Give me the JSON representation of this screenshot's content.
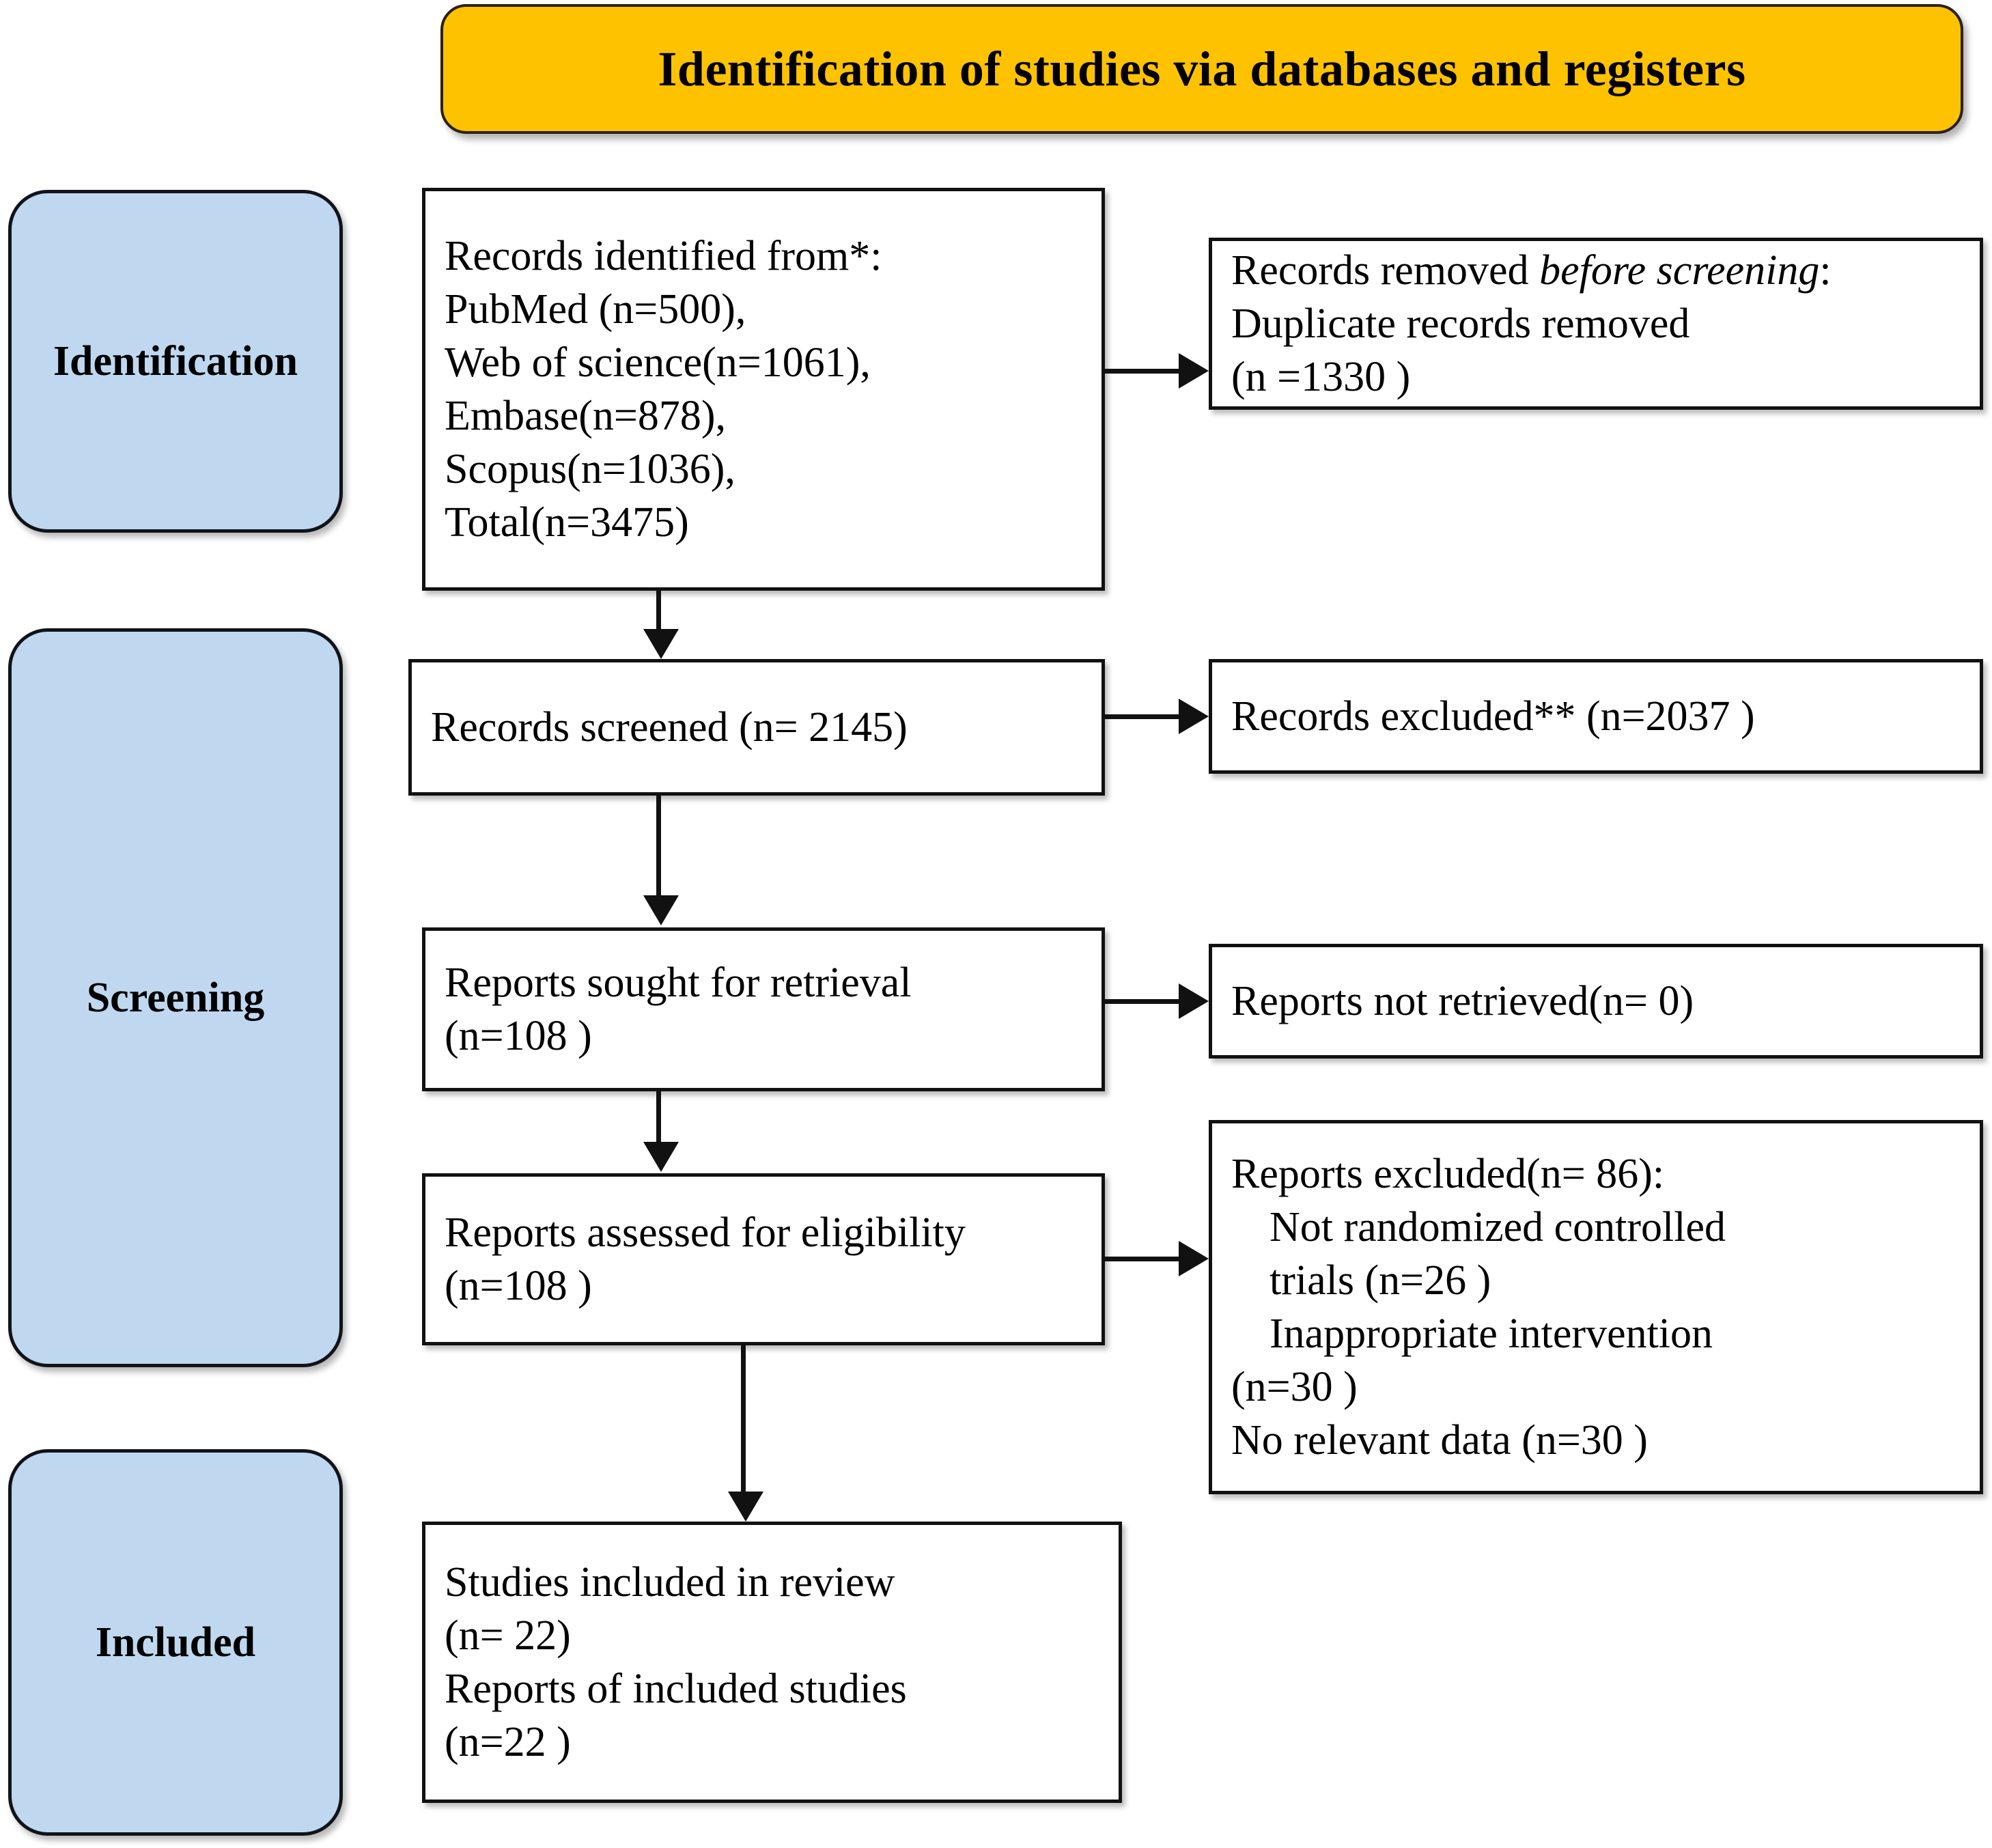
{
  "header": {
    "title": "Identification of studies via databases and registers",
    "bg_color": "#FEC200"
  },
  "stages": {
    "bg_color": "#BFD8F0",
    "identification": "Identification",
    "screening": "Screening",
    "included": "Included"
  },
  "flow": {
    "identified": {
      "lines": [
        "Records identified from*:",
        "PubMed (n=500),",
        "Web of science(n=1061),",
        "Embase(n=878),",
        "Scopus(n=1036),",
        "Total(n=3475)"
      ]
    },
    "removed": {
      "line1_prefix": "Records removed ",
      "line1_italic": "before screening",
      "line1_suffix": ":",
      "line2": "Duplicate records removed",
      "line3": "(n =1330 )"
    },
    "screened": {
      "line1": "Records screened (n= 2145)"
    },
    "excluded_records": {
      "line1": "Records excluded** (n=2037 )"
    },
    "sought": {
      "line1": "Reports sought for retrieval",
      "line2": "(n=108 )"
    },
    "not_retrieved": {
      "line1": "Reports not retrieved(n= 0)"
    },
    "assessed": {
      "line1": "Reports assessed for eligibility",
      "line2": "(n=108 )"
    },
    "reports_excluded": {
      "line1": "Reports excluded(n= 86):",
      "line2": "Not randomized controlled",
      "line3": "trials (n=26 )",
      "line4": "Inappropriate intervention",
      "line5": "(n=30 )",
      "line6": "No relevant data (n=30 )"
    },
    "included_studies": {
      "line1": "Studies included in review",
      "line2": "(n= 22)",
      "line3": "Reports of included studies",
      "line4": "(n=22 )"
    }
  },
  "chart_data": {
    "type": "diagram",
    "title": "Identification of studies via databases and registers",
    "nodes": [
      {
        "id": "identified",
        "stage": "Identification",
        "label": "Records identified from*: PubMed (n=500), Web of science(n=1061), Embase(n=878), Scopus(n=1036), Total(n=3475)",
        "n": 3475
      },
      {
        "id": "removed",
        "stage": "Identification",
        "label": "Records removed before screening: Duplicate records removed (n =1330 )",
        "n": 1330
      },
      {
        "id": "screened",
        "stage": "Screening",
        "label": "Records screened (n= 2145)",
        "n": 2145
      },
      {
        "id": "excluded_records",
        "stage": "Screening",
        "label": "Records excluded** (n=2037 )",
        "n": 2037
      },
      {
        "id": "sought",
        "stage": "Screening",
        "label": "Reports sought for retrieval (n=108 )",
        "n": 108
      },
      {
        "id": "not_retrieved",
        "stage": "Screening",
        "label": "Reports not retrieved(n= 0)",
        "n": 0
      },
      {
        "id": "assessed",
        "stage": "Screening",
        "label": "Reports assessed for eligibility (n=108 )",
        "n": 108
      },
      {
        "id": "reports_excluded",
        "stage": "Screening",
        "label": "Reports excluded(n= 86): Not randomized controlled trials (n=26 ); Inappropriate intervention (n=30 ); No relevant data (n=30 )",
        "n": 86
      },
      {
        "id": "included_studies",
        "stage": "Included",
        "label": "Studies included in review (n= 22); Reports of included studies (n=22 )",
        "n": 22
      }
    ],
    "edges": [
      {
        "from": "identified",
        "to": "removed",
        "dir": "right"
      },
      {
        "from": "identified",
        "to": "screened",
        "dir": "down"
      },
      {
        "from": "screened",
        "to": "excluded_records",
        "dir": "right"
      },
      {
        "from": "screened",
        "to": "sought",
        "dir": "down"
      },
      {
        "from": "sought",
        "to": "not_retrieved",
        "dir": "right"
      },
      {
        "from": "sought",
        "to": "assessed",
        "dir": "down"
      },
      {
        "from": "assessed",
        "to": "reports_excluded",
        "dir": "right"
      },
      {
        "from": "assessed",
        "to": "included_studies",
        "dir": "down"
      }
    ]
  }
}
